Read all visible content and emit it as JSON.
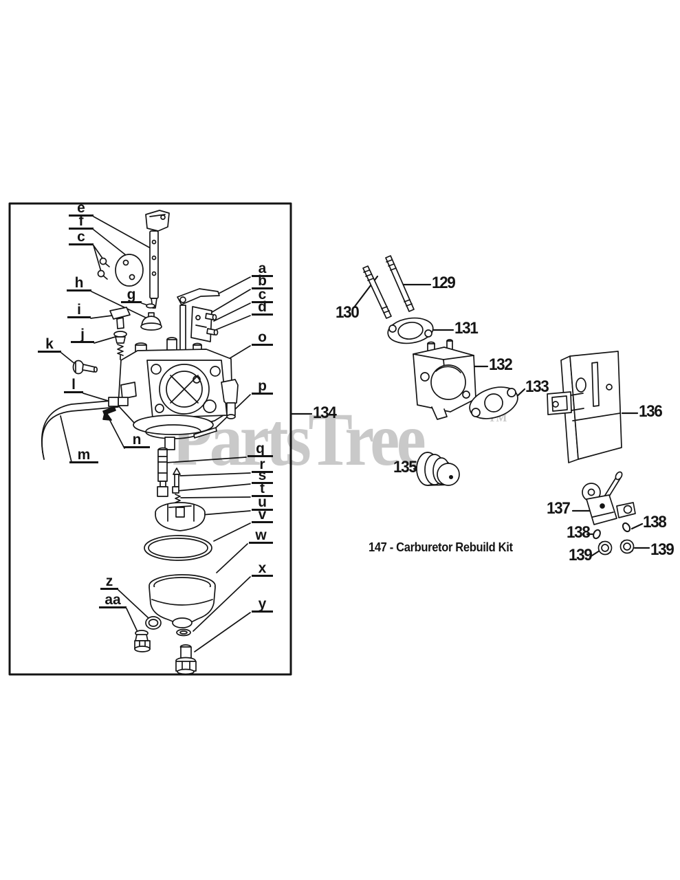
{
  "watermark": {
    "text": "PartsTree",
    "tm": "TM",
    "color": "#c9c9c9"
  },
  "ink_color": "#141414",
  "kit_label": "147 - Carburetor Rebuild Kit",
  "diagram": {
    "letters": {
      "e": "e",
      "f": "f",
      "c1": "c",
      "h": "h",
      "i": "i",
      "j": "j",
      "k": "k",
      "l": "l",
      "g": "g",
      "m": "m",
      "n": "n",
      "a": "a",
      "b": "b",
      "c2": "c",
      "d": "d",
      "o": "o",
      "p": "p",
      "q": "q",
      "r": "r",
      "s": "s",
      "t": "t",
      "u": "u",
      "v": "v",
      "w": "w",
      "x": "x",
      "y": "y",
      "z": "z",
      "aa": "aa"
    },
    "numbers": {
      "n129": "129",
      "n130": "130",
      "n131": "131",
      "n132": "132",
      "n133": "133",
      "n134": "134",
      "n135": "135",
      "n136": "136",
      "n137": "137",
      "n138a": "138",
      "n138b": "138",
      "n139a": "139",
      "n139b": "139"
    }
  }
}
